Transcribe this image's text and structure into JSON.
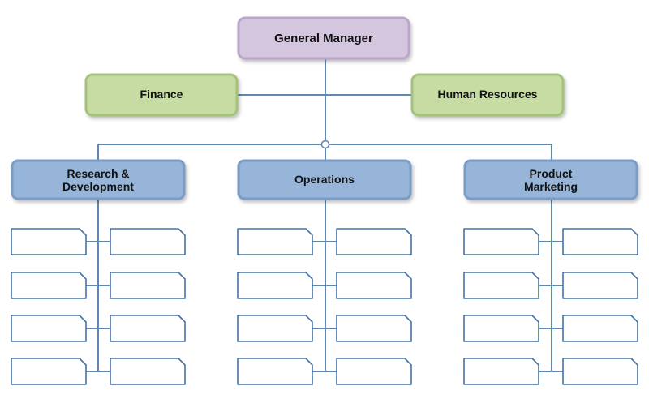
{
  "colors": {
    "connector": "#5f87b3",
    "top_fill": "#d5c6e0",
    "top_stroke": "#b9a6c9",
    "staff_fill": "#c6dca3",
    "staff_stroke": "#a5c27c",
    "dept_fill": "#97b4d9",
    "dept_stroke": "#7a9cc6",
    "leaf_fill": "#ffffff",
    "leaf_stroke": "#4472a8"
  },
  "general_manager": {
    "label": "General Manager"
  },
  "staff": {
    "finance": {
      "label": "Finance"
    },
    "human_resources": {
      "label": "Human Resources"
    }
  },
  "departments": [
    {
      "line1": "Research &",
      "line2": "Development"
    },
    {
      "line1": "Operations",
      "line2": ""
    },
    {
      "line1": "Product",
      "line2": "Marketing"
    }
  ]
}
